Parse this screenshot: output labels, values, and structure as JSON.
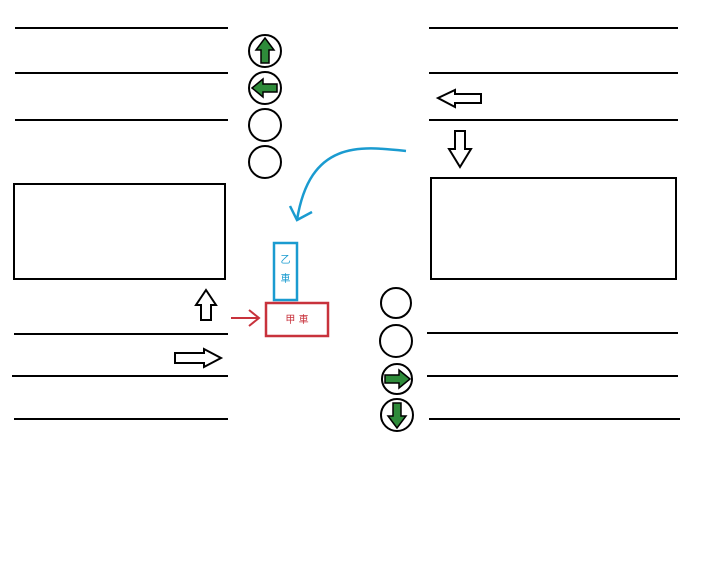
{
  "vehicles": {
    "car_b": {
      "label_line1": "乙",
      "label_line2": "車",
      "color": "#1a9bd0"
    },
    "car_a": {
      "label": "甲 車",
      "color": "#c8323c"
    }
  },
  "traffic_lights": {
    "top_left": [
      "arrow-up",
      "arrow-left",
      "off",
      "off"
    ],
    "bottom_right": [
      "off",
      "off",
      "arrow-right",
      "arrow-down"
    ],
    "arrow_fill": "#2e8b3a"
  },
  "colors": {
    "line": "#000000",
    "trajectory": "#1a9bd0",
    "indicator_arrow": "#c8323c"
  }
}
